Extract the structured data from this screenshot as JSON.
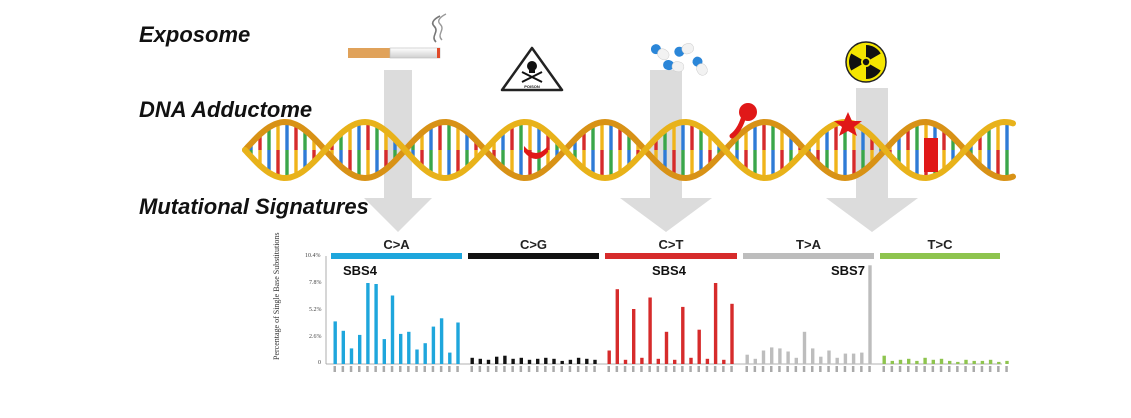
{
  "labels": {
    "exposome": "Exposome",
    "adductome": "DNA Adductome",
    "signatures": "Mutational Signatures"
  },
  "exposure_icons": [
    "cigarette-icon",
    "poison-icon",
    "pills-icon",
    "radiation-icon"
  ],
  "poison_text": "POISON",
  "colors": {
    "CA": "#1ea6dc",
    "CG": "#111111",
    "CT": "#d62b2b",
    "TA": "#bdbdbd",
    "TC": "#8ec44e",
    "arrow": "#dcdcdc",
    "helix": "#e8b21a"
  },
  "chart_data": {
    "type": "bar",
    "ylabel": "Percentage of Single Base Substitutions",
    "yticks": [
      "10.4%",
      "7.8%",
      "5.2%",
      "2.6%",
      "0"
    ],
    "ylim": [
      0,
      10.4
    ],
    "panels": [
      {
        "name": "C>A",
        "color": "#1ea6dc",
        "values": [
          4.1,
          3.2,
          1.5,
          2.8,
          7.8,
          7.7,
          2.4,
          6.6,
          2.9,
          3.1,
          1.4,
          2.0,
          3.6,
          4.4,
          1.1,
          4.0
        ]
      },
      {
        "name": "C>G",
        "color": "#111111",
        "values": [
          0.6,
          0.5,
          0.4,
          0.7,
          0.8,
          0.5,
          0.6,
          0.4,
          0.5,
          0.6,
          0.5,
          0.3,
          0.4,
          0.6,
          0.5,
          0.4
        ]
      },
      {
        "name": "C>T",
        "color": "#d62b2b",
        "values": [
          1.3,
          7.2,
          0.4,
          5.3,
          0.6,
          6.4,
          0.5,
          3.1,
          0.4,
          5.5,
          0.6,
          3.3,
          0.5,
          7.8,
          0.4,
          5.8
        ]
      },
      {
        "name": "T>A",
        "color": "#bdbdbd",
        "values": [
          0.9,
          0.5,
          1.3,
          1.6,
          1.5,
          1.2,
          0.6,
          3.1,
          1.5,
          0.7,
          1.3,
          0.6,
          1.0,
          1.0,
          1.1,
          9.5
        ]
      },
      {
        "name": "T>C",
        "color": "#8ec44e",
        "values": [
          0.8,
          0.3,
          0.4,
          0.5,
          0.3,
          0.6,
          0.4,
          0.5,
          0.3,
          0.2,
          0.4,
          0.3,
          0.3,
          0.4,
          0.2,
          0.3
        ]
      }
    ],
    "annotations": [
      {
        "text": "SBS4",
        "panel": "C>A"
      },
      {
        "text": "SBS4",
        "panel": "C>T"
      },
      {
        "text": "SBS7",
        "panel": "T>A"
      }
    ]
  }
}
